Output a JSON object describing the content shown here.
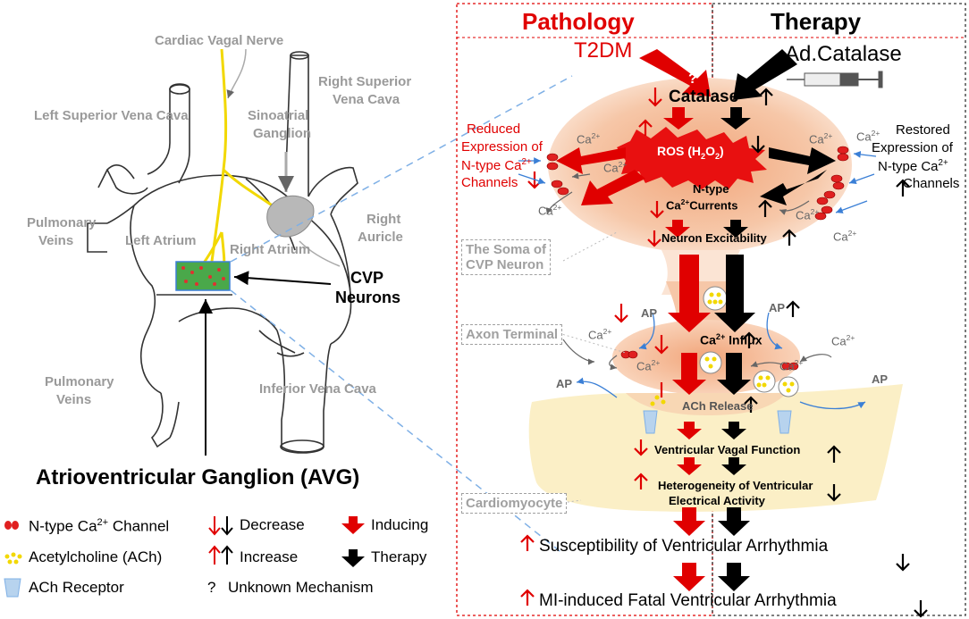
{
  "panels": {
    "pathology_title": "Pathology",
    "therapy_title": "Therapy"
  },
  "anatomy": {
    "cardiac_vagal_nerve": "Cardiac Vagal Nerve",
    "left_sup_vena_cava": "Left Superior Vena Cava",
    "right_sup_vena_cava_1": "Right Superior",
    "right_sup_vena_cava_2": "Vena Cava",
    "sinoatrial_1": "Sinoatrial",
    "sinoatrial_2": "Ganglion",
    "pulmonary_veins_top_1": "Pulmonary",
    "pulmonary_veins_top_2": "Veins",
    "left_atrium": "Left Atrium",
    "right_atrium": "Right Atrium",
    "right_auricle_1": "Right",
    "right_auricle_2": "Auricle",
    "cvp_neurons_1": "CVP",
    "cvp_neurons_2": "Neurons",
    "pulmonary_veins_bottom_1": "Pulmonary",
    "pulmonary_veins_bottom_2": "Veins",
    "inferior_vena_cava": "Inferior Vena Cava",
    "avg_title": "Atrioventricular Ganglion (AVG)"
  },
  "legend": {
    "channel": "N-type Ca2+ Channel",
    "ach": "Acetylcholine (ACh)",
    "receptor": "ACh Receptor",
    "decrease": "Decrease",
    "increase": "Increase",
    "unknown": "Unknown Mechanism",
    "unknown_symbol": "?",
    "inducing": "Inducing",
    "therapy": "Therapy"
  },
  "mechanism": {
    "t2dm": "T2DM",
    "ad_catalase": "Ad.Catalase",
    "question": "?",
    "catalase": "Catalase",
    "ros": "ROS (H2O2)",
    "reduced_expr_1": "Reduced",
    "reduced_expr_2": "Expression of",
    "reduced_expr_3": "N-type Ca2+",
    "reduced_expr_4": "Channels",
    "restored_expr_1": "Restored",
    "restored_expr_2": "Expression of",
    "restored_expr_3": "N-type Ca2+",
    "restored_expr_4": "Channels",
    "ntype_currents_1": "N-type",
    "ntype_currents_2": "Ca2+Currents",
    "neuron_excitability": "Neuron Excitability",
    "soma_box_1": "The Soma of",
    "soma_box_2": "CVP  Neuron",
    "axon_terminal": "Axon Terminal",
    "ap": "AP",
    "ca": "Ca2+",
    "ca_influx": "Ca2+ Influx",
    "ach_release": "ACh Release",
    "ventricular_vagal": "Ventricular Vagal Function",
    "heterogeneity_1": "Heterogeneity of Ventricular",
    "heterogeneity_2": "Electrical Activity",
    "cardiomyocyte": "Cardiomyocyte",
    "susceptibility": "Susceptibility of Ventricular Arrhythmia",
    "mi_induced": "MI-induced Fatal Ventricular Arrhythmia"
  },
  "colors": {
    "red": "#e00000",
    "black": "#000000",
    "soma_fill": "#f6c7a8",
    "cardio_fill": "#fbefc6",
    "gray_text": "#9a9a9a",
    "nerve": "#f2d800",
    "avg_green": "#4aa84a"
  }
}
